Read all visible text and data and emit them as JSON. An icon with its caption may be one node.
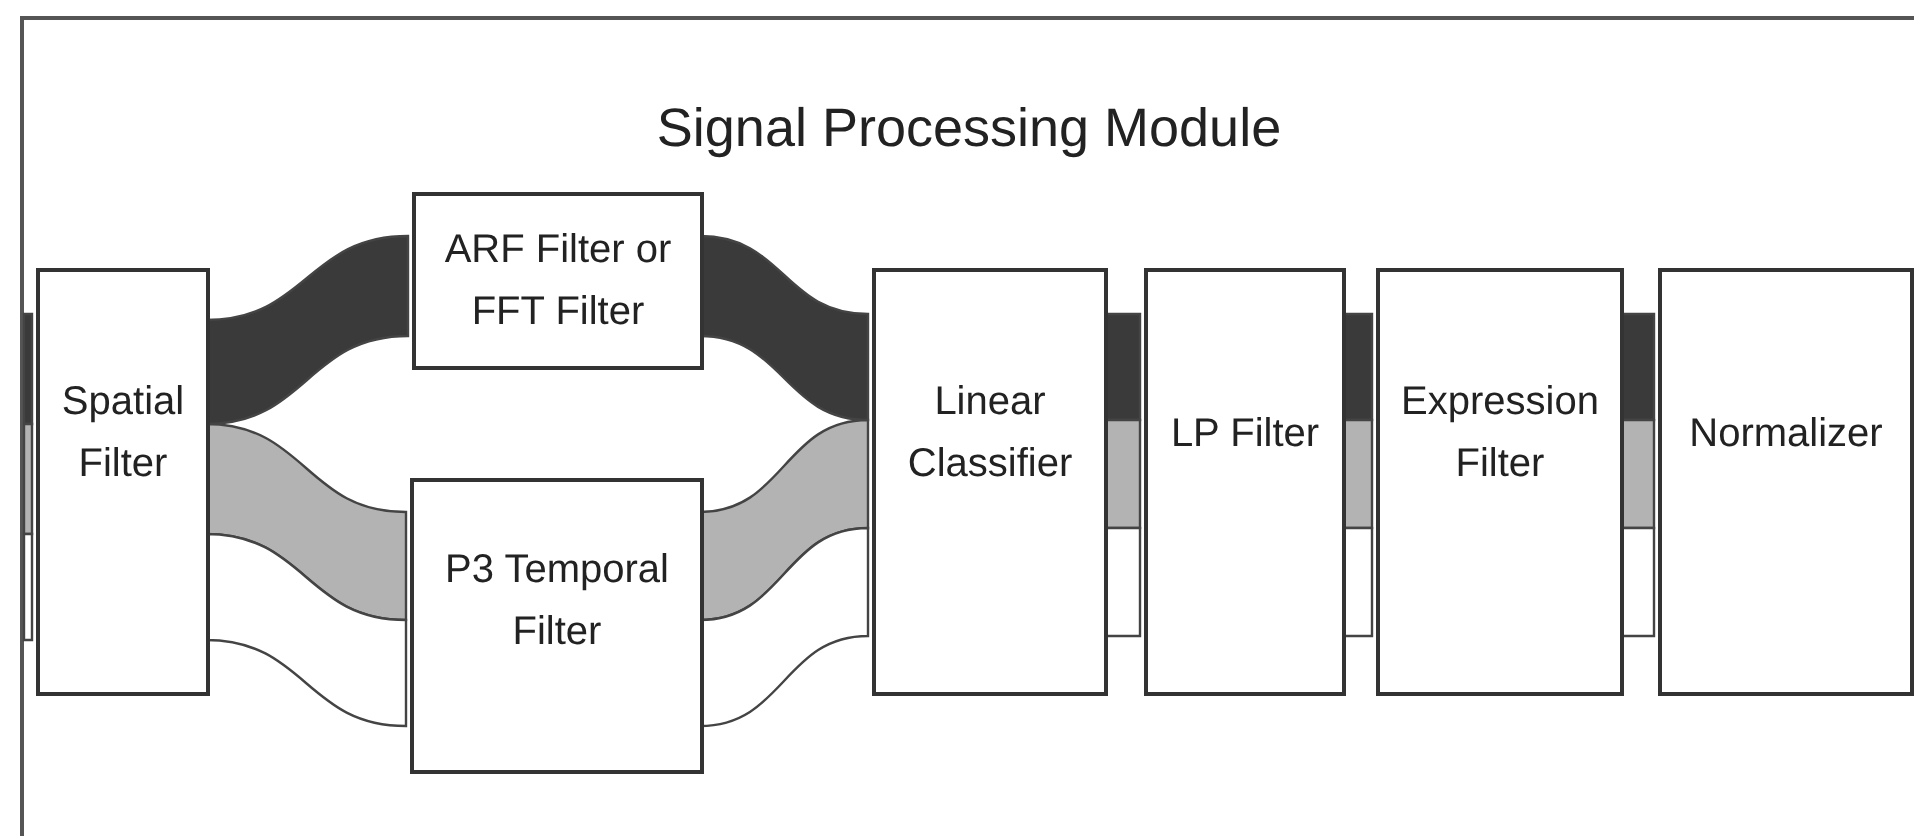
{
  "diagram": {
    "nodes": [
      {
        "text": [
          "Signal Processing Module"
        ]
      },
      {
        "text": [
          "Spatial Filter"
        ],
        "in": 0
      },
      {
        "text": [
          "ARF Filter or FFT Filter"
        ],
        "in": 0
      },
      {
        "text": [
          "P3 Temporal Filter"
        ],
        "in": 0
      },
      {
        "text": [
          "Linear Classifier"
        ],
        "in": 0
      },
      {
        "text": [
          "LP Filter"
        ],
        "in": 0
      },
      {
        "text": [
          "Expression Filter"
        ],
        "in": 0
      },
      {
        "text": [
          "Normalizer"
        ],
        "in": 0
      }
    ],
    "edges": [
      {
        "from": null,
        "to": 1,
        "arrow": "none",
        "color": "#3a3a3a"
      },
      {
        "from": null,
        "to": 1,
        "arrow": "none",
        "color": "#b3b3b3"
      },
      {
        "from": null,
        "to": 1,
        "arrow": "none",
        "color": "#ffffff"
      },
      {
        "from": 1,
        "to": 2,
        "arrow": "none",
        "color": "#3a3a3a"
      },
      {
        "from": 2,
        "to": 4,
        "arrow": "none",
        "color": "#3a3a3a"
      },
      {
        "from": 1,
        "to": 3,
        "arrow": "none",
        "color": "#b3b3b3"
      },
      {
        "from": 3,
        "to": 4,
        "arrow": "none",
        "color": "#b3b3b3"
      },
      {
        "from": 1,
        "to": 3,
        "arrow": "none",
        "color": "#ffffff"
      },
      {
        "from": 3,
        "to": 4,
        "arrow": "none",
        "color": "#ffffff"
      },
      {
        "from": 4,
        "to": 5,
        "arrow": "none",
        "color": "#3a3a3a"
      },
      {
        "from": 4,
        "to": 5,
        "arrow": "none",
        "color": "#b3b3b3"
      },
      {
        "from": 4,
        "to": 5,
        "arrow": "none",
        "color": "#ffffff"
      },
      {
        "from": 5,
        "to": 6,
        "arrow": "none",
        "color": "#3a3a3a"
      },
      {
        "from": 5,
        "to": 6,
        "arrow": "none",
        "color": "#b3b3b3"
      },
      {
        "from": 5,
        "to": 6,
        "arrow": "none",
        "color": "#ffffff"
      },
      {
        "from": 6,
        "to": 7,
        "arrow": "none",
        "color": "#3a3a3a"
      },
      {
        "from": 6,
        "to": 7,
        "arrow": "none",
        "color": "#b3b3b3"
      },
      {
        "from": 6,
        "to": 7,
        "arrow": "none",
        "color": "#ffffff"
      }
    ]
  }
}
